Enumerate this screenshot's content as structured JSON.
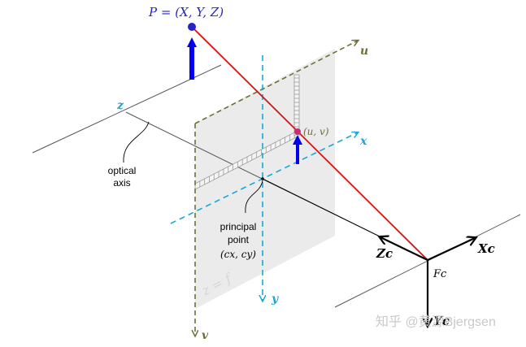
{
  "diagram": {
    "point_label": "P = (X, Y, Z)",
    "image_point_label": "(u, v)",
    "optical_axis_label": [
      "optical",
      "axis"
    ],
    "principal_point_label": [
      "principal",
      "point",
      "(cx, cy)"
    ],
    "focal_plane_label": "z = f",
    "axis_labels": {
      "u": "u",
      "v": "v",
      "x": "x",
      "y": "y",
      "z": "z"
    },
    "camera_frame": {
      "label": "Fc",
      "xc": "Xc",
      "yc": "Yc",
      "zc": "Zc"
    },
    "watermark": "知乎 @黄源Bjergsen",
    "colors": {
      "point": "#2323c8",
      "arrow": "#0000ee",
      "ray": "#dd1111",
      "cyan": "#1aa7d6",
      "olive": "#6f6f3a",
      "plane": "#e9e9e9",
      "black": "#000000",
      "watermark": "#c9c9c9"
    }
  }
}
